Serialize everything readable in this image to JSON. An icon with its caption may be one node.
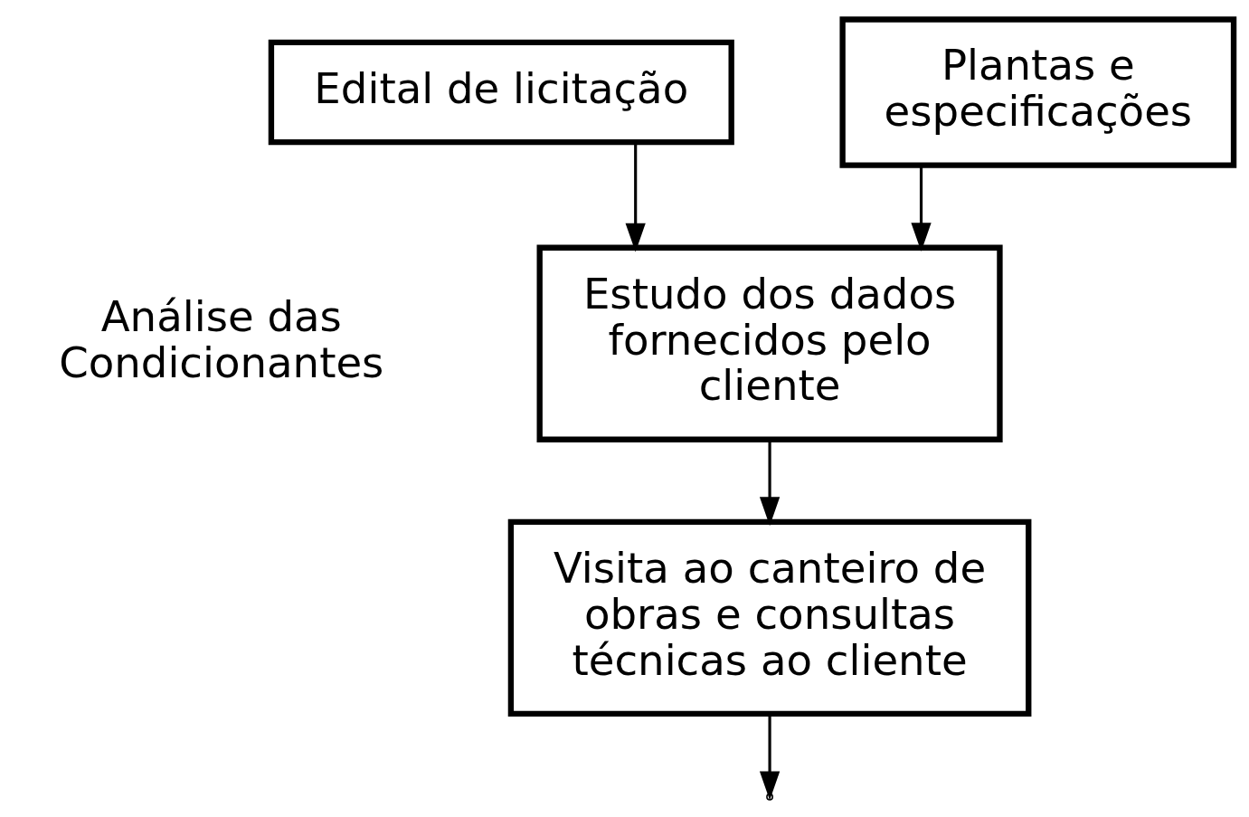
{
  "diagram": {
    "nodes": [
      {
        "text": [
          "Edital de licitação"
        ]
      },
      {
        "text": [
          "Plantas e especificações"
        ]
      },
      {
        "text": [
          "Estudo dos dados fornecidos pelo cliente"
        ]
      },
      {
        "text": [
          "Visita ao canteiro de obras e consultas técnicas ao cliente"
        ]
      }
    ],
    "edges": [
      {
        "from": 0,
        "to": 2,
        "arrow": "to"
      },
      {
        "from": 1,
        "to": 2,
        "arrow": "to"
      },
      {
        "from": 2,
        "to": 3,
        "arrow": "to"
      },
      {
        "from": 3,
        "to": null,
        "arrow": "to"
      }
    ],
    "labels": [
      "Análise das Condicionantes"
    ]
  }
}
